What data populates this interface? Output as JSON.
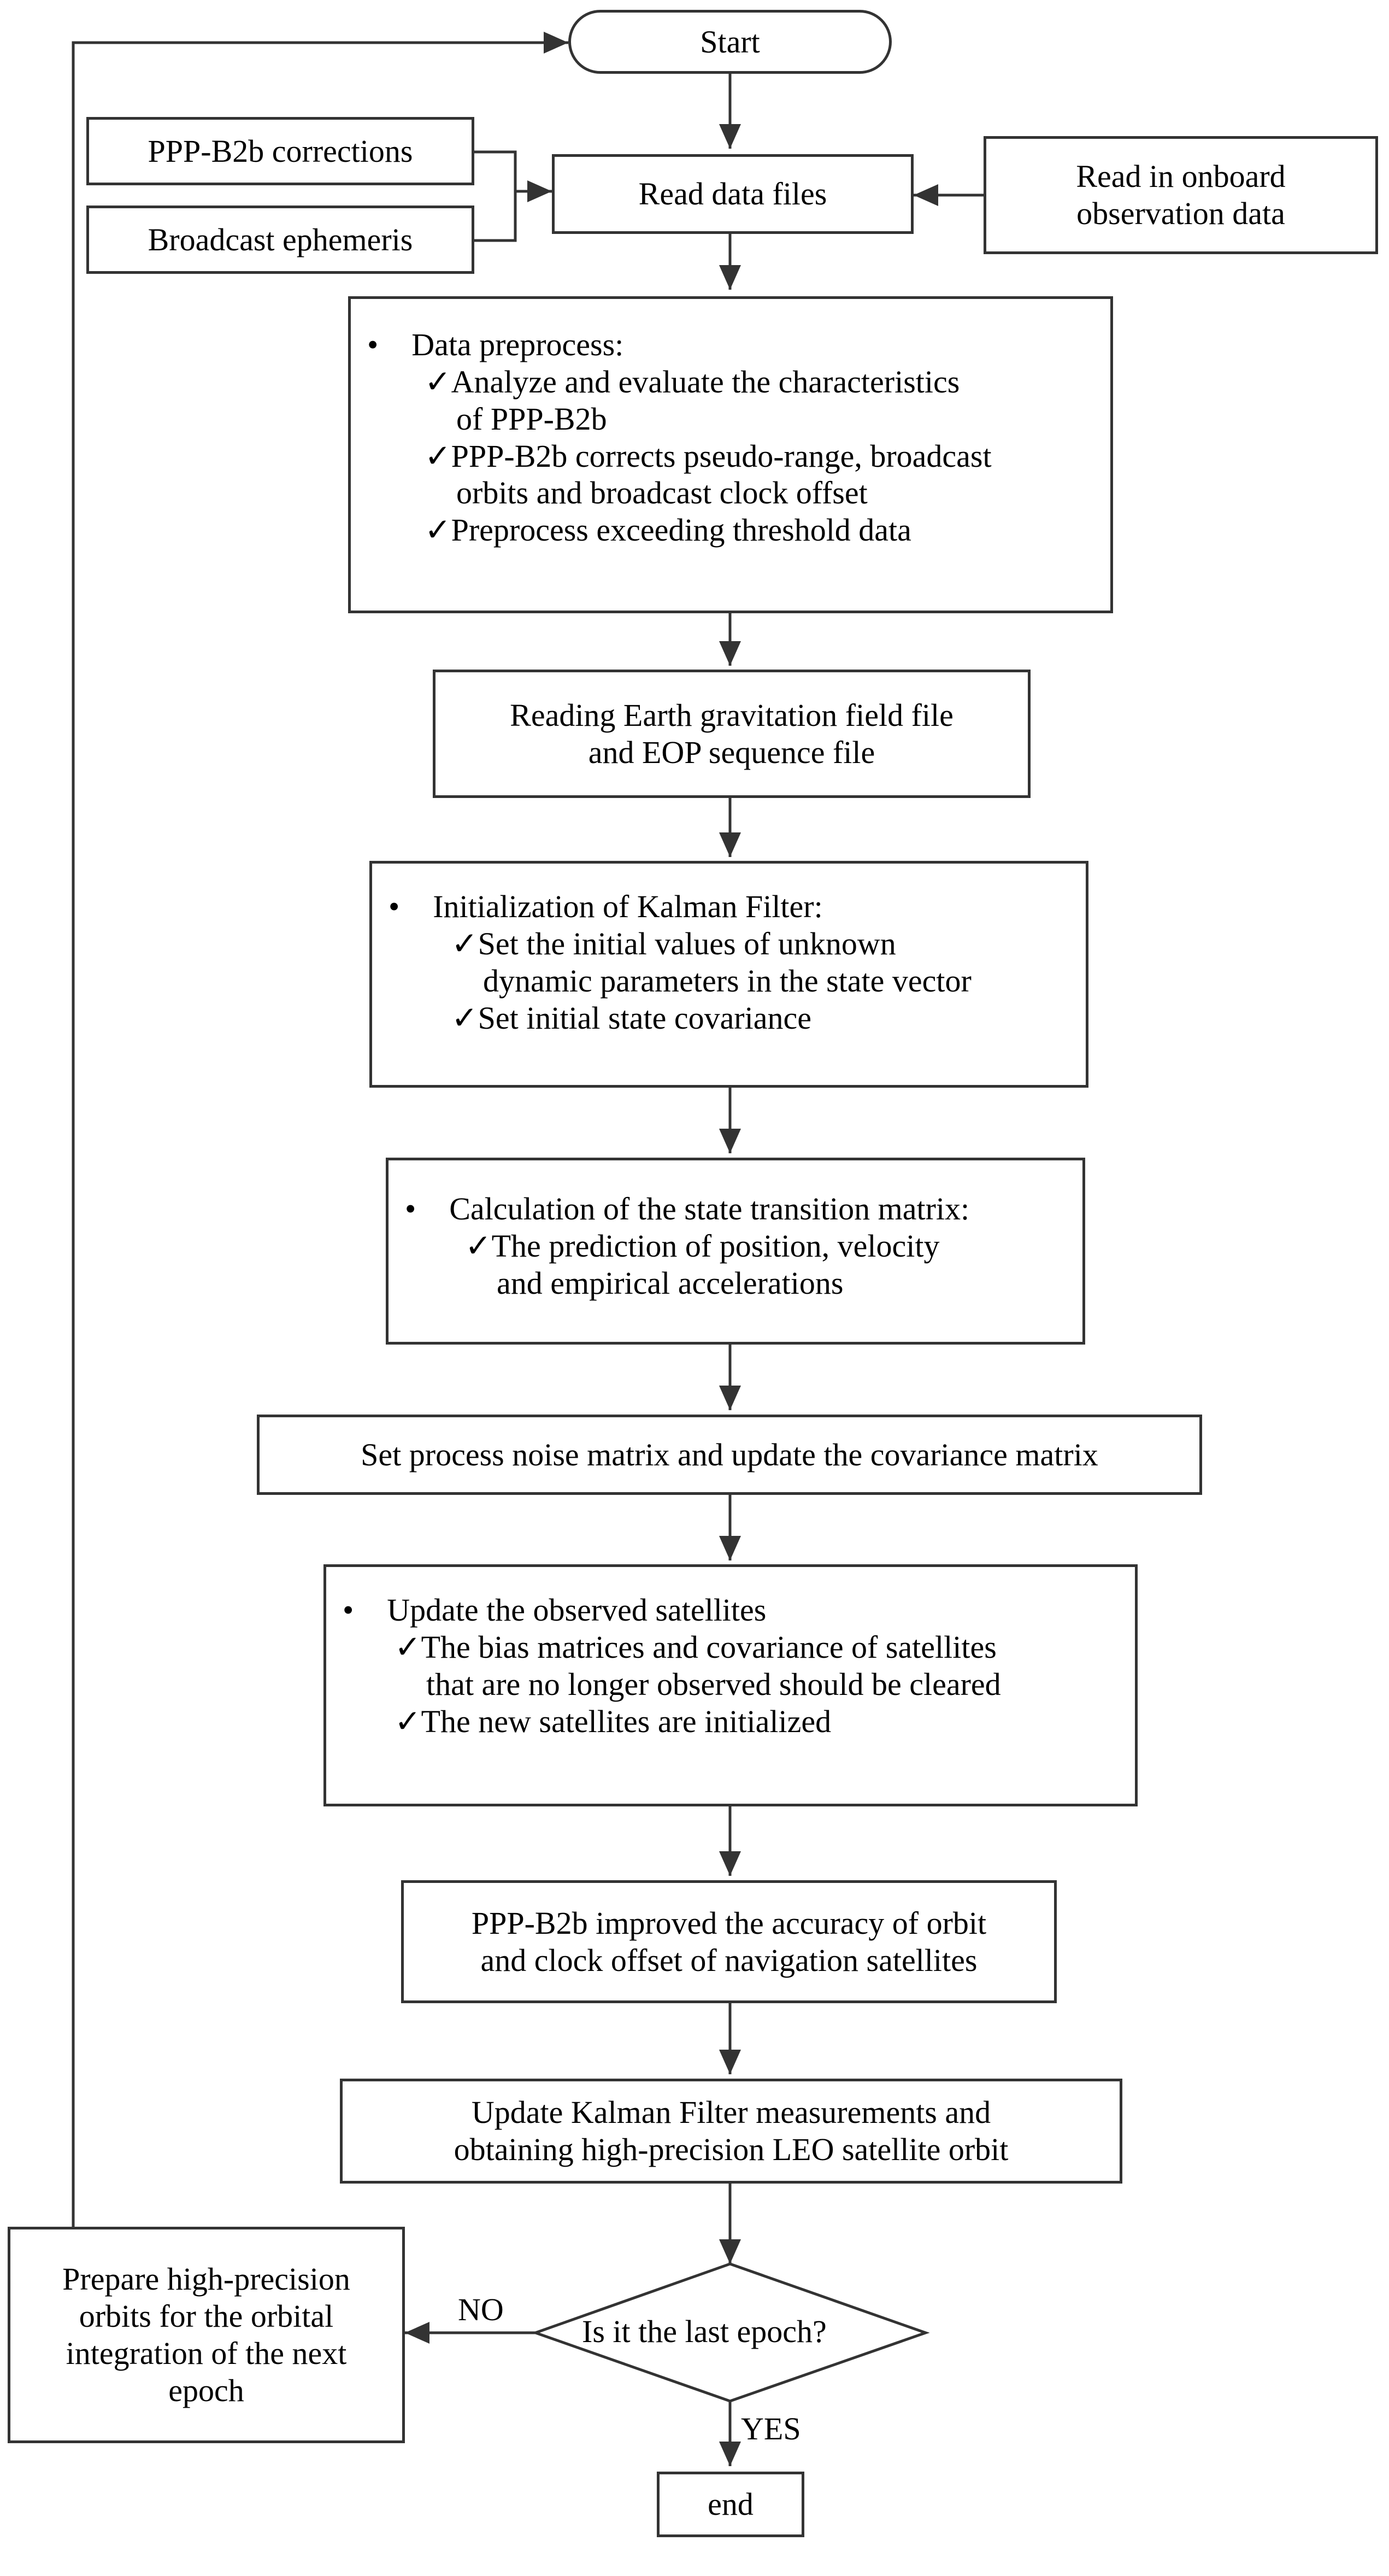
{
  "nodes": {
    "start": {
      "text": "Start"
    },
    "ppp_b2b_corrections": {
      "text": "PPP-B2b corrections"
    },
    "broadcast_ephemeris": {
      "text": "Broadcast ephemeris"
    },
    "read_data_files": {
      "text": "Read data files"
    },
    "read_onboard": {
      "lines": [
        "Read in onboard",
        "observation data"
      ]
    },
    "data_preprocess": {
      "title": "Data preprocess:",
      "items": [
        [
          "Analyze and evaluate the characteristics",
          "of PPP-B2b"
        ],
        [
          "PPP-B2b corrects pseudo-range, broadcast",
          "orbits and broadcast clock offset"
        ],
        [
          "Preprocess exceeding threshold data"
        ]
      ]
    },
    "reading_earth": {
      "lines": [
        "Reading Earth gravitation field file",
        "and EOP sequence file"
      ]
    },
    "init_kalman": {
      "title": "Initialization of Kalman Filter:",
      "items": [
        [
          "Set the initial values of unknown",
          "dynamic parameters in the state vector"
        ],
        [
          "Set initial state covariance"
        ]
      ]
    },
    "state_transition": {
      "title": "Calculation of the state transition matrix:",
      "items": [
        [
          "The prediction of position, velocity",
          "and empirical accelerations"
        ]
      ]
    },
    "process_noise": {
      "text": "Set process noise matrix and update the covariance matrix"
    },
    "update_observed": {
      "title": "Update the observed satellites",
      "items": [
        [
          "The bias matrices and covariance of satellites",
          "that are no longer observed should be cleared"
        ],
        [
          "The new satellites are initialized"
        ]
      ]
    },
    "ppp_improved": {
      "lines": [
        "PPP-B2b improved the accuracy of orbit",
        "and clock offset of navigation satellites"
      ]
    },
    "update_kalman": {
      "lines": [
        "Update Kalman Filter measurements and",
        "obtaining high-precision LEO satellite orbit"
      ]
    },
    "decision": {
      "text": "Is it the last epoch?"
    },
    "prepare": {
      "lines": [
        "Prepare high-precision",
        "orbits for the orbital",
        "integration of the next",
        "epoch"
      ]
    },
    "end": {
      "text": "end"
    }
  },
  "edge_labels": {
    "no": "NO",
    "yes": "YES"
  },
  "symbols": {
    "bullet": "•",
    "check": "✓"
  },
  "colors": {
    "stroke": "#333333",
    "fill": "#ffffff",
    "text": "#000000"
  }
}
